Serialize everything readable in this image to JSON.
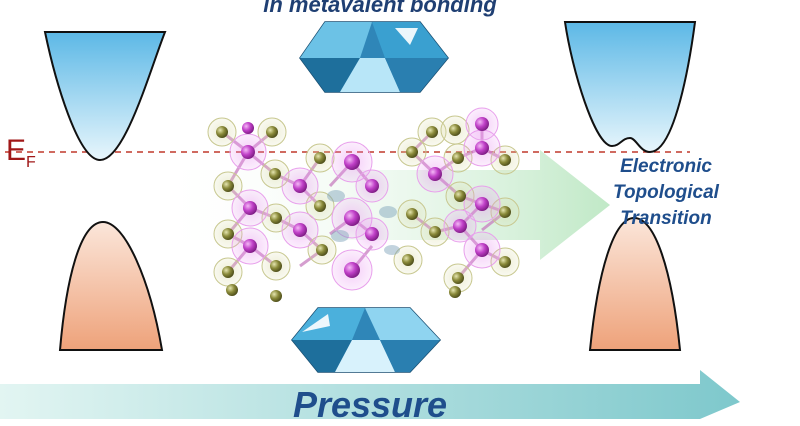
{
  "caption_top": "in metavalent bonding",
  "fermi_label": {
    "base": "E",
    "subscript": "F"
  },
  "transition_label": {
    "line1": "Electronic Topological",
    "line2": "Transition"
  },
  "pressure_label": "Pressure",
  "colors": {
    "conduction_band": "#8fd0ee",
    "valence_band": "#f2b48f",
    "fermi_line": "#c0392b",
    "pressure_arrow": "#9fd8d4",
    "atom_sb_bi": "#c040c8",
    "atom_te_se": "#8a8a3a",
    "crystal": "#3a9cc8",
    "label_blue": "#1f4e8c"
  }
}
